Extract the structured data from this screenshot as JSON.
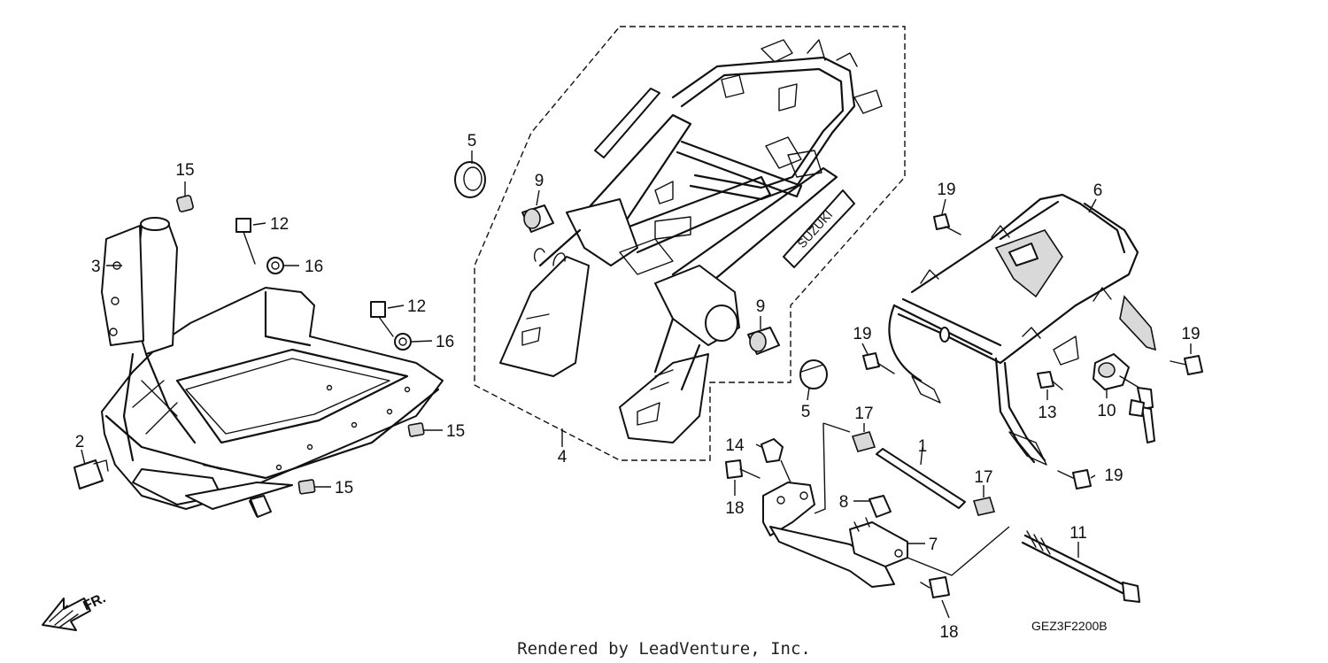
{
  "diagram": {
    "callouts": [
      {
        "key": "c15a",
        "label": "15"
      },
      {
        "key": "c12a",
        "label": "12"
      },
      {
        "key": "c3",
        "label": "3"
      },
      {
        "key": "c16a",
        "label": "16"
      },
      {
        "key": "c12b",
        "label": "12"
      },
      {
        "key": "c16b",
        "label": "16"
      },
      {
        "key": "c2",
        "label": "2"
      },
      {
        "key": "c15b",
        "label": "15"
      },
      {
        "key": "c15c",
        "label": "15"
      },
      {
        "key": "c5a",
        "label": "5"
      },
      {
        "key": "c9a",
        "label": "9"
      },
      {
        "key": "c9b",
        "label": "9"
      },
      {
        "key": "c5b",
        "label": "5"
      },
      {
        "key": "c4",
        "label": "4"
      },
      {
        "key": "c19a",
        "label": "19"
      },
      {
        "key": "c6",
        "label": "6"
      },
      {
        "key": "c19b",
        "label": "19"
      },
      {
        "key": "c19c",
        "label": "19"
      },
      {
        "key": "c13",
        "label": "13"
      },
      {
        "key": "c10",
        "label": "10"
      },
      {
        "key": "c17a",
        "label": "17"
      },
      {
        "key": "c1",
        "label": "1"
      },
      {
        "key": "c17b",
        "label": "17"
      },
      {
        "key": "c14",
        "label": "14"
      },
      {
        "key": "c18a",
        "label": "18"
      },
      {
        "key": "c8",
        "label": "8"
      },
      {
        "key": "c7",
        "label": "7"
      },
      {
        "key": "c11",
        "label": "11"
      },
      {
        "key": "c18b",
        "label": "18"
      },
      {
        "key": "c19d",
        "label": "19"
      }
    ],
    "direction_label": "FR.",
    "emblem_text": "SUZUKI",
    "diagram_code": "GEZ3F2200B",
    "footer_text": "Rendered by LeadVenture, Inc."
  }
}
